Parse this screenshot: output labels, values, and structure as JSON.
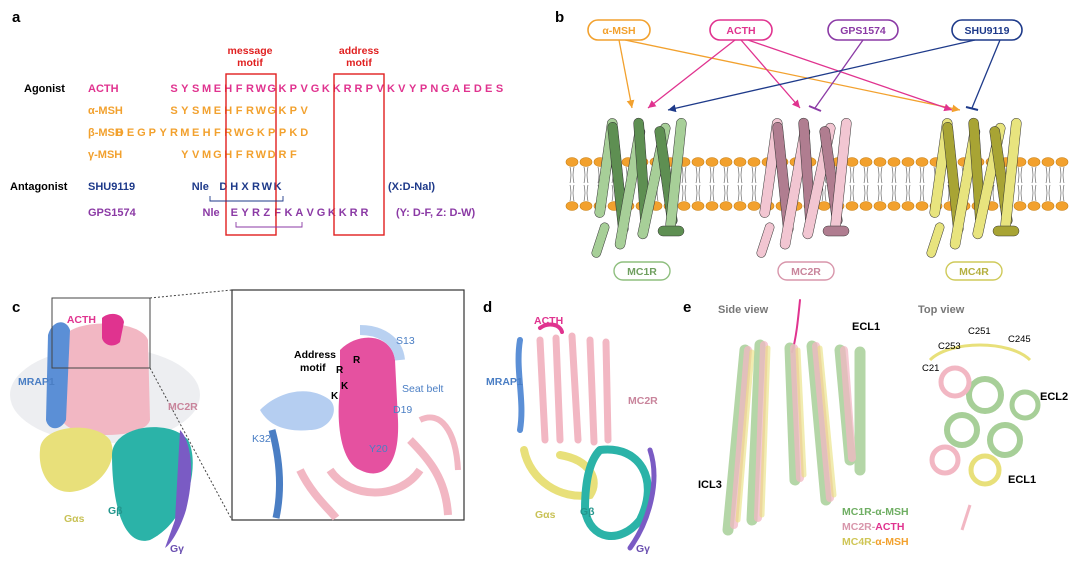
{
  "colors": {
    "acth": "#e0338f",
    "alpha_msh": "#f2a12e",
    "shu9119": "#1e3a8a",
    "gps1574": "#8b3aa5",
    "mc1r": "#8fbf7f",
    "mc2r": "#e7aec0",
    "mc4r": "#dcd86e",
    "mrap1": "#5b8fd6",
    "gas": "#e8e07a",
    "gb": "#2bb3a8",
    "gg": "#7a5bc4",
    "motif_box": "#e02020"
  },
  "panels": {
    "a": {
      "label": "a",
      "message_motif": [
        "message",
        "motif"
      ],
      "address_motif": [
        "address",
        "motif"
      ],
      "group_agonist": "Agonist",
      "group_antagonist": "Antagonist",
      "peptides": [
        {
          "name": "ACTH",
          "offset": 0,
          "residues": [
            "S",
            "Y",
            "S",
            "M",
            "E",
            "H",
            "F",
            "R",
            "W",
            "G",
            "K",
            "P",
            "V",
            "G",
            "K",
            "K",
            "R",
            "R",
            "P",
            "V",
            "K",
            "V",
            "Y",
            "P",
            "N",
            "G",
            "A",
            "E",
            "D",
            "E",
            "S"
          ],
          "note": ""
        },
        {
          "name": "α-MSH",
          "offset": 0,
          "residues": [
            "S",
            "Y",
            "S",
            "M",
            "E",
            "H",
            "F",
            "R",
            "W",
            "G",
            "K",
            "P",
            "V"
          ],
          "note": ""
        },
        {
          "name": "β-MSH",
          "offset": -5,
          "residues": [
            "D",
            "E",
            "G",
            "P",
            "Y",
            "R",
            "M",
            "E",
            "H",
            "F",
            "R",
            "W",
            "G",
            "K",
            "P",
            "P",
            "K",
            "D"
          ],
          "note": ""
        },
        {
          "name": "γ-MSH",
          "offset": 1,
          "residues": [
            "Y",
            "V",
            "M",
            "G",
            "H",
            "F",
            "R",
            "W",
            "D",
            "R",
            "F"
          ],
          "note": ""
        },
        {
          "name": "SHU9119",
          "prefix": "Nle",
          "offset": 4,
          "residues": [
            "D",
            "H",
            "X",
            "R",
            "W",
            "K"
          ],
          "note": "(X:D-Nal)"
        },
        {
          "name": "GPS1574",
          "prefix": "Nle",
          "offset": 5,
          "residues": [
            "E",
            "Y",
            "R",
            "Z",
            "F",
            "K",
            "A",
            "V",
            "G",
            "K",
            "K",
            "R",
            "R"
          ],
          "note": "(Y: D-F, Z: D-W)"
        }
      ]
    },
    "b": {
      "label": "b",
      "ligands": [
        "α-MSH",
        "ACTH",
        "GPS1574",
        "SHU9119"
      ],
      "receptors": [
        "MC1R",
        "MC2R",
        "MC4R"
      ]
    },
    "c": {
      "label": "c",
      "labels": {
        "acth": "ACTH",
        "mrap1": "MRAP1",
        "mc2r": "MC2R",
        "gas": "Gαs",
        "gb": "Gβ",
        "gg": "Gγ",
        "address_motif": [
          "Address",
          "motif"
        ],
        "seat_belt": "Seat belt",
        "s13": "S13",
        "d19": "D19",
        "y20": "Y20",
        "k32": "K32",
        "r_top": "R",
        "r_mid": "R",
        "k_mid": "K",
        "k_low": "K"
      }
    },
    "d": {
      "label": "d",
      "labels": {
        "acth": "ACTH",
        "mrap1": "MRAP1",
        "mc2r": "MC2R",
        "gas": "Gαs",
        "gb": "Gβ",
        "gg": "Gγ"
      }
    },
    "e": {
      "label": "e",
      "side_view": "Side view",
      "top_view": "Top view",
      "loops": {
        "ecl1_side": "ECL1",
        "icl3": "ICL3",
        "ecl2": "ECL2",
        "ecl1_top": "ECL1"
      },
      "cys": {
        "c251": "C251",
        "c245": "C245",
        "c253": "C253",
        "c21": "C21"
      },
      "legend": [
        {
          "prefix": "MC1R-",
          "ligand": "α-MSH"
        },
        {
          "prefix": "MC2R-",
          "ligand": "ACTH"
        },
        {
          "prefix": "MC4R-",
          "ligand": "α-MSH"
        }
      ]
    }
  }
}
